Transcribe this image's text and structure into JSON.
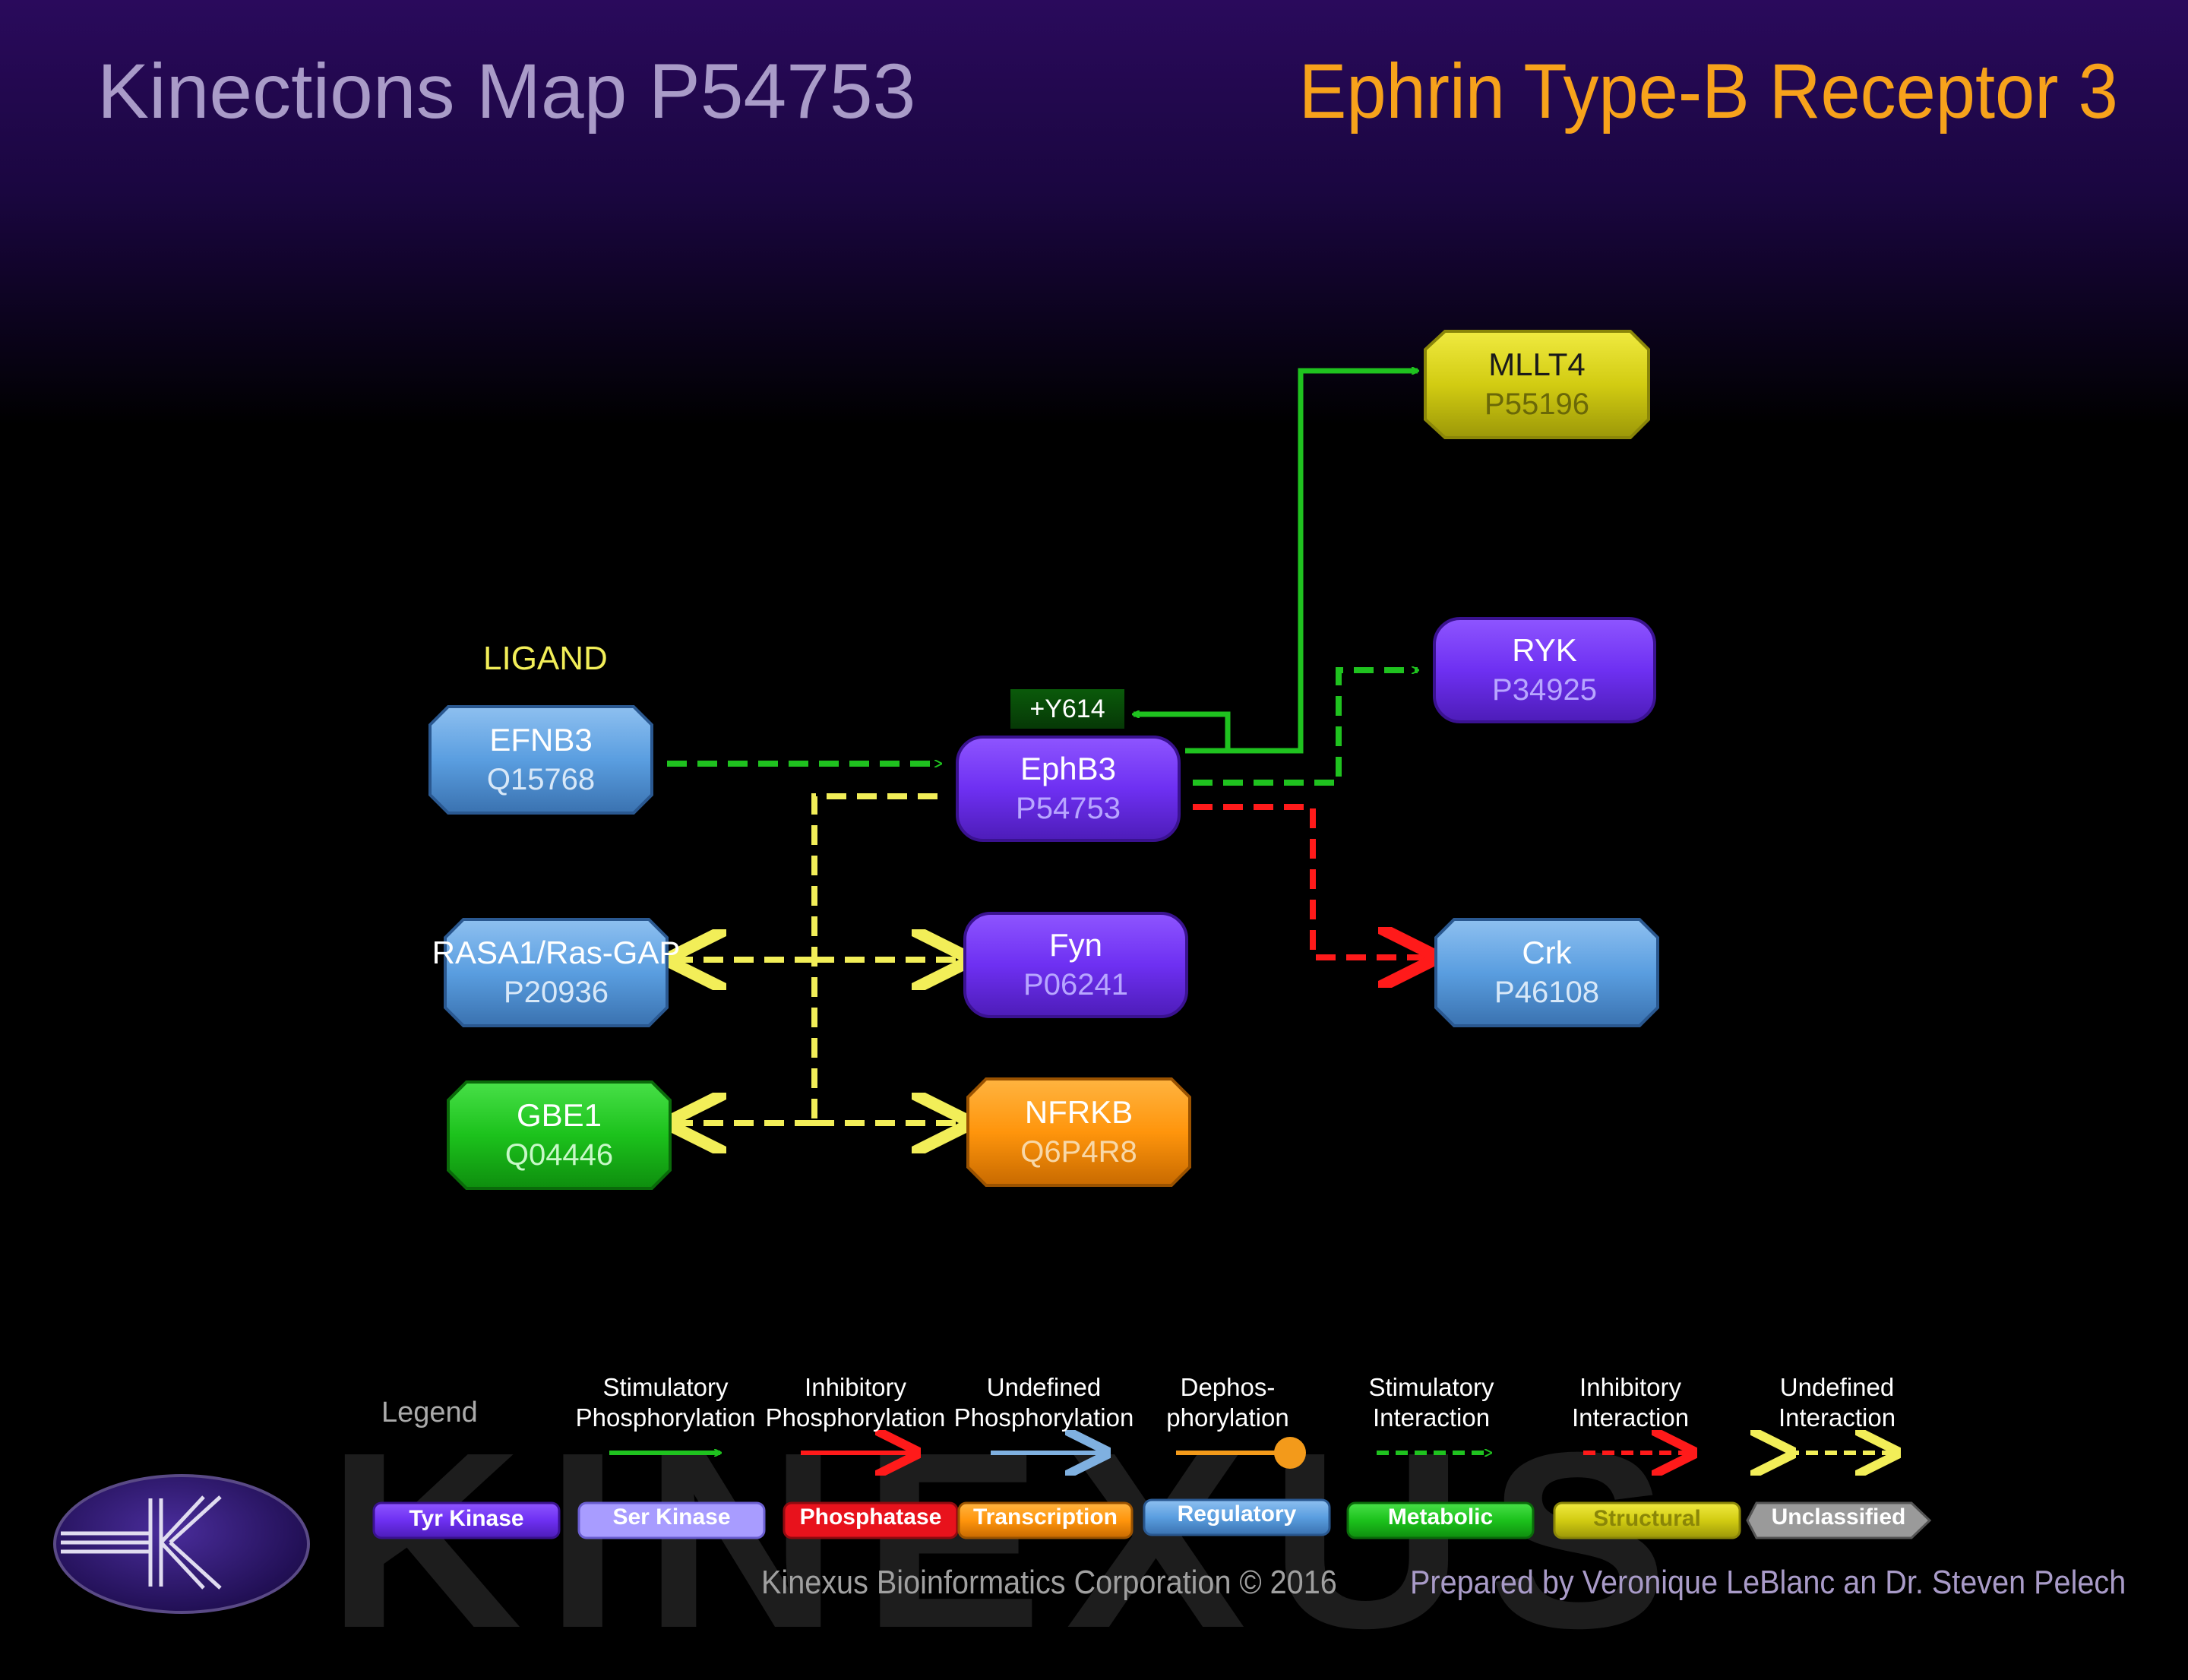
{
  "header": {
    "map_title": "Kinections Map P54753",
    "protein_name": "Ephrin Type-B Receptor 3"
  },
  "ligand_label": "LIGAND",
  "site_tag": "+Y614",
  "nodes": [
    {
      "id": "mllt4",
      "name": "MLLT4",
      "accession": "P55196",
      "category": "Structural"
    },
    {
      "id": "ryk",
      "name": "RYK",
      "accession": "P34925",
      "category": "Tyr Kinase"
    },
    {
      "id": "efnb3",
      "name": "EFNB3",
      "accession": "Q15768",
      "category": "Regulatory"
    },
    {
      "id": "ephb3",
      "name": "EphB3",
      "accession": "P54753",
      "category": "Tyr Kinase"
    },
    {
      "id": "rasa1",
      "name": "RASA1/Ras-GAP",
      "accession": "P20936",
      "category": "Regulatory"
    },
    {
      "id": "fyn",
      "name": "Fyn",
      "accession": "P06241",
      "category": "Tyr Kinase"
    },
    {
      "id": "crk",
      "name": "Crk",
      "accession": "P46108",
      "category": "Regulatory"
    },
    {
      "id": "gbe1",
      "name": "GBE1",
      "accession": "Q04446",
      "category": "Metabolic"
    },
    {
      "id": "nfrkb",
      "name": "NFRKB",
      "accession": "Q6P4R8",
      "category": "Transcription"
    }
  ],
  "edges": [
    {
      "from": "efnb3",
      "to": "ephb3",
      "type": "Stimulatory Interaction"
    },
    {
      "from": "ephb3",
      "to": "ephb3",
      "type": "Stimulatory Phosphorylation",
      "site": "+Y614"
    },
    {
      "from": "ephb3",
      "to": "mllt4",
      "type": "Stimulatory Phosphorylation"
    },
    {
      "from": "ephb3",
      "to": "ryk",
      "type": "Stimulatory Interaction"
    },
    {
      "from": "ephb3",
      "to": "crk",
      "type": "Inhibitory Interaction"
    },
    {
      "from": "ephb3",
      "to": "rasa1",
      "type": "Undefined Interaction"
    },
    {
      "from": "ephb3",
      "to": "fyn",
      "type": "Undefined Interaction"
    },
    {
      "from": "ephb3",
      "to": "gbe1",
      "type": "Undefined Interaction"
    },
    {
      "from": "ephb3",
      "to": "nfrkb",
      "type": "Undefined Interaction"
    }
  ],
  "legend": {
    "title": "Legend",
    "arrows": [
      {
        "line1": "Stimulatory",
        "line2": "Phosphorylation",
        "color": "#1fc21f",
        "style": "solid",
        "head": "arrow"
      },
      {
        "line1": "Inhibitory",
        "line2": "Phosphorylation",
        "color": "#ff1a1a",
        "style": "solid",
        "head": "arrow"
      },
      {
        "line1": "Undefined",
        "line2": "Phosphorylation",
        "color": "#7fb0e0",
        "style": "solid",
        "head": "arrow"
      },
      {
        "line1": "Dephos-",
        "line2": "phorylation",
        "color": "#f39a1a",
        "style": "solid",
        "head": "dot"
      },
      {
        "line1": "Stimulatory",
        "line2": "Interaction",
        "color": "#1fc21f",
        "style": "dashed",
        "head": "arrow"
      },
      {
        "line1": "Inhibitory",
        "line2": "Interaction",
        "color": "#ff1a1a",
        "style": "dashed",
        "head": "arrow"
      },
      {
        "line1": "Undefined",
        "line2": "Interaction",
        "color": "#f2ee58",
        "style": "dashed",
        "head": "double"
      }
    ],
    "categories": [
      {
        "label": "Tyr Kinase",
        "color": "#7a3cff"
      },
      {
        "label": "Ser Kinase",
        "color": "#a89cff"
      },
      {
        "label": "Phosphatase",
        "color": "#e8121c"
      },
      {
        "label": "Transcription",
        "color": "#ff9a10"
      },
      {
        "label": "Regulatory",
        "color": "#5a9ee0"
      },
      {
        "label": "Metabolic",
        "color": "#22c222"
      },
      {
        "label": "Structural",
        "color": "#d8d218"
      },
      {
        "label": "Unclassified",
        "color": "#9a9a9a"
      }
    ]
  },
  "watermark": "KINEXUS",
  "footer": {
    "copyright": "Kinexus Bioinformatics Corporation © 2016",
    "credit": "Prepared by Veronique LeBlanc an Dr. Steven Pelech"
  }
}
